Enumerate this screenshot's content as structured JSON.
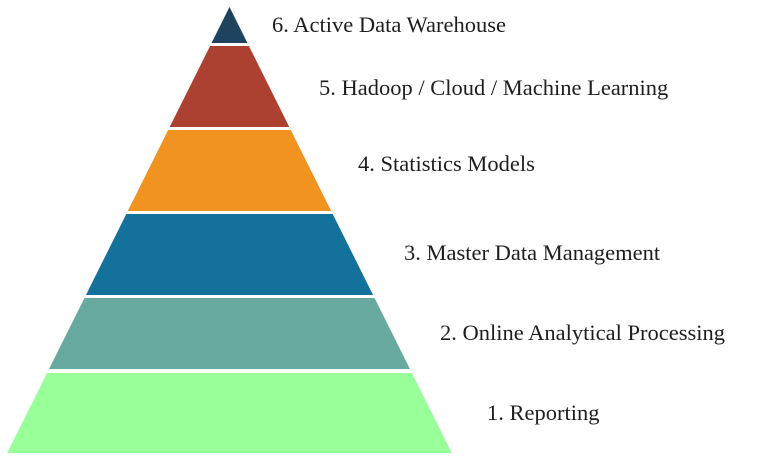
{
  "title": "Data maturity pyramid",
  "levels": [
    {
      "label": "1. Reporting",
      "color": "#99ff99"
    },
    {
      "label": "2. Online Analytical Processing",
      "color": "#69aa9e"
    },
    {
      "label": "3. Master Data Management",
      "color": "#13719c"
    },
    {
      "label": "4. Statistics Models",
      "color": "#f09320"
    },
    {
      "label": "5. Hadoop / Cloud / Machine Learning",
      "color": "#ad4131"
    },
    {
      "label": "6. Active Data Warehouse",
      "color": "#1f425e"
    }
  ]
}
